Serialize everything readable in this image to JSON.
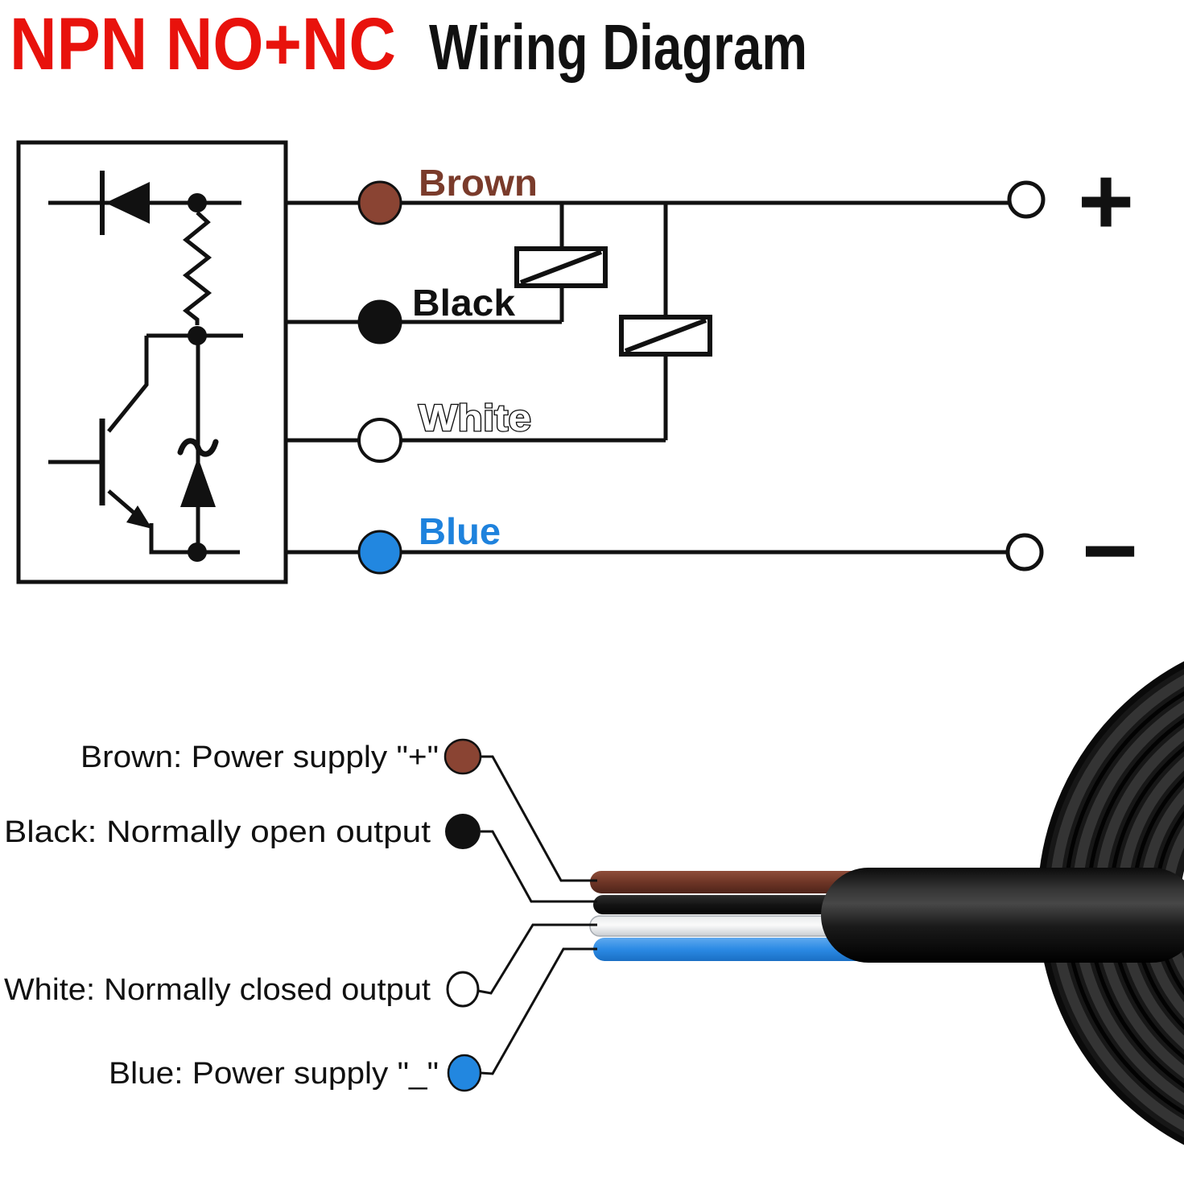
{
  "title": {
    "highlight": "NPN NO+NC",
    "rest": "Wiring Diagram"
  },
  "colors": {
    "red": "#e8120c",
    "brown_text": "#7a3b2b",
    "brown_fill": "#8a4433",
    "black": "#111111",
    "blue_fill": "#2287e0",
    "blue_text": "#1e82dd",
    "white": "#ffffff",
    "line": "#111111",
    "cable_jacket": "#161616"
  },
  "schematic": {
    "wires": [
      {
        "id": "brown",
        "label": "Brown"
      },
      {
        "id": "black",
        "label": "Black"
      },
      {
        "id": "white",
        "label": "White"
      },
      {
        "id": "blue",
        "label": "Blue"
      }
    ],
    "terminals": {
      "positive": "+",
      "negative": "−"
    },
    "components": {
      "diode": "diode",
      "resistor": "resistor",
      "npn_transistor": "npn-transistor",
      "zener_diode": "zener-diode",
      "relay_loads": 2
    }
  },
  "legend": {
    "items": [
      {
        "id": "brown",
        "text": "Brown: Power supply \"+\""
      },
      {
        "id": "black",
        "text": "Black: Normally open output"
      },
      {
        "id": "white",
        "text": "White: Normally closed output"
      },
      {
        "id": "blue",
        "text": "Blue: Power supply \"_\""
      }
    ]
  },
  "icons": {
    "sensor_box": "sensor-internal-circuit",
    "relay_coil": "relay-coil-icon",
    "cable_photo": "coiled-cable-photo"
  }
}
